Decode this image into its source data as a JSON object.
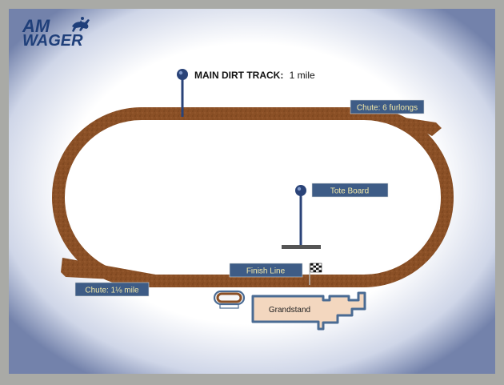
{
  "logo": {
    "line1": "AM",
    "line2": "WAGER"
  },
  "main_track": {
    "name": "MAIN DIRT TRACK:",
    "distance": "1 mile"
  },
  "labels": {
    "chute_6_furlongs": "Chute: 6 furlongs",
    "chute_1_1_8_mile": "Chute: 1⅛ mile",
    "tote_board": "Tote Board",
    "finish_line": "Finish Line",
    "grandstand": "Grandstand"
  },
  "colors": {
    "track": "#8a4f24",
    "track_dark": "#6e3b17",
    "label_bg": "#3e5c86",
    "label_text": "#f3e9a8",
    "pin": "#2a4378",
    "grandstand_fill": "#f3d7bf",
    "grandstand_stroke": "#4a6b93",
    "logo": "#1f3f7a"
  },
  "icons": [
    "horse-jockey-icon",
    "map-pin-icon",
    "checkered-flag-icon"
  ]
}
